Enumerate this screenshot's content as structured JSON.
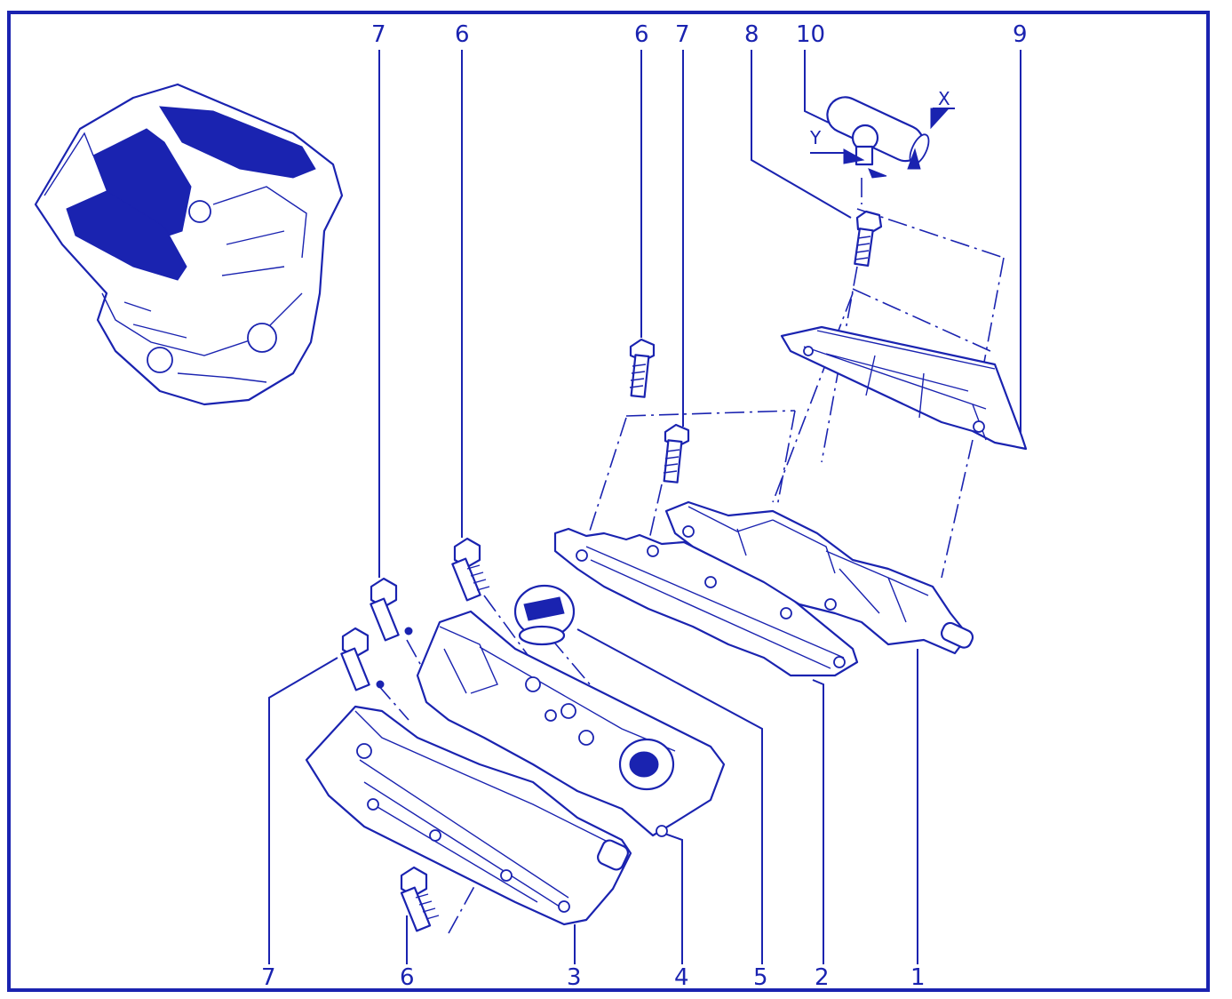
{
  "callouts_top": [
    "7",
    "6",
    "6",
    "7",
    "8",
    "10",
    "9"
  ],
  "callouts_bottom": [
    "7",
    "6",
    "3",
    "4",
    "5",
    "2",
    "1"
  ],
  "detail_labels": {
    "x": "X",
    "y": "Y"
  },
  "colors": {
    "ink": "#1a23b0",
    "paper": "#ffffff"
  }
}
